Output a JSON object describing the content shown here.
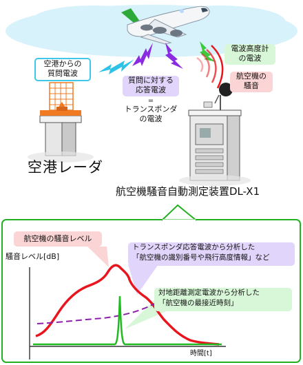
{
  "top": {
    "radar_signal_label": [
      "空港からの",
      "質問電波"
    ],
    "response_label": [
      "質問に対する",
      "応答電波"
    ],
    "equals_label": "=",
    "transponder_label": [
      "トランスポンダ",
      "の電波"
    ],
    "altimeter_label": [
      "電波高度計",
      "の電波"
    ],
    "noise_label": [
      "航空機の",
      "騒音"
    ],
    "radar_caption": "空港レーダ",
    "device_caption": "航空機騒音自動測定装置DL-X1"
  },
  "graph": {
    "noise_level_label": "航空機の騒音レベル",
    "ylabel": "騒音レベル[dB]",
    "xlabel": "時間[t]",
    "transponder_note": [
      "トランスポンダ応答電波から分析した",
      "「航空機の識別番号や飛行高度情報」など"
    ],
    "distance_note": [
      "対地距離測定電波から分析した",
      "「航空機の最接近時刻」"
    ]
  },
  "colors": {
    "cloud": "#d7f2fb",
    "radar_label_border": "#3ec7e8",
    "purple_label_bg": "#e2d5fb",
    "pink_label_bg": "#fbd5d5",
    "green_label_bg": "#d8f7d8",
    "noise_curve": "#e8141e",
    "transponder_curve": "#8c1ea8",
    "distance_curve": "#1fba1f",
    "panel_border": "#22b022",
    "radar_orange": "#f07a22"
  }
}
